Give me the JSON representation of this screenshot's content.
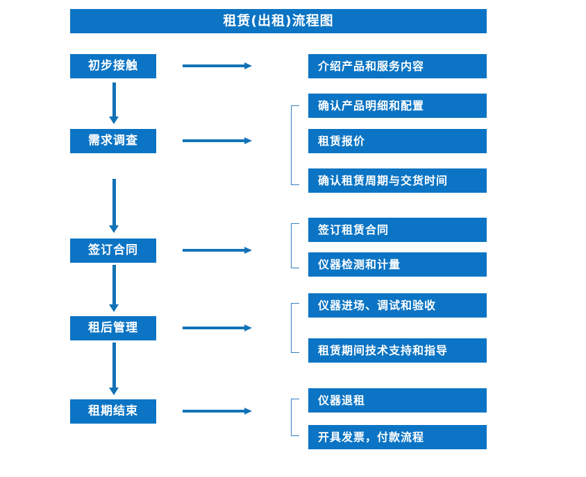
{
  "title": "租赁(出租)流程图",
  "theme": {
    "box_fill": "#0b74c4",
    "box_text": "#ffffff",
    "arrow": "#1272b6",
    "bracket": "#2f7fc4",
    "background": "#ffffff"
  },
  "stages": [
    {
      "id": "stage-1",
      "label": "初步接触"
    },
    {
      "id": "stage-2",
      "label": "需求调查"
    },
    {
      "id": "stage-3",
      "label": "签订合同"
    },
    {
      "id": "stage-4",
      "label": "租后管理"
    },
    {
      "id": "stage-5",
      "label": "租期结束"
    }
  ],
  "details": [
    {
      "id": "detail-1-1",
      "label": "介绍产品和服务内容"
    },
    {
      "id": "detail-2-1",
      "label": "确认产品明细和配置"
    },
    {
      "id": "detail-2-2",
      "label": "租赁报价"
    },
    {
      "id": "detail-2-3",
      "label": "确认租赁周期与交货时间"
    },
    {
      "id": "detail-3-1",
      "label": "签订租赁合同"
    },
    {
      "id": "detail-3-2",
      "label": "仪器检测和计量"
    },
    {
      "id": "detail-4-1",
      "label": "仪器进场、调试和验收"
    },
    {
      "id": "detail-4-2",
      "label": "租赁期间技术支持和指导"
    },
    {
      "id": "detail-5-1",
      "label": "仪器退租"
    },
    {
      "id": "detail-5-2",
      "label": "开具发票，付款流程"
    }
  ],
  "flow": {
    "stage_links": [
      {
        "from": "初步接触",
        "to": "需求调查"
      },
      {
        "from": "需求调查",
        "to": "签订合同"
      },
      {
        "from": "签订合同",
        "to": "租后管理"
      },
      {
        "from": "租后管理",
        "to": "租期结束"
      }
    ],
    "detail_links": [
      {
        "stage": "初步接触",
        "details": [
          "介绍产品和服务内容"
        ]
      },
      {
        "stage": "需求调查",
        "details": [
          "确认产品明细和配置",
          "租赁报价",
          "确认租赁周期与交货时间"
        ]
      },
      {
        "stage": "签订合同",
        "details": [
          "签订租赁合同",
          "仪器检测和计量"
        ]
      },
      {
        "stage": "租后管理",
        "details": [
          "仪器进场、调试和验收",
          "租赁期间技术支持和指导"
        ]
      },
      {
        "stage": "租期结束",
        "details": [
          "仪器退租",
          "开具发票，付款流程"
        ]
      }
    ]
  }
}
